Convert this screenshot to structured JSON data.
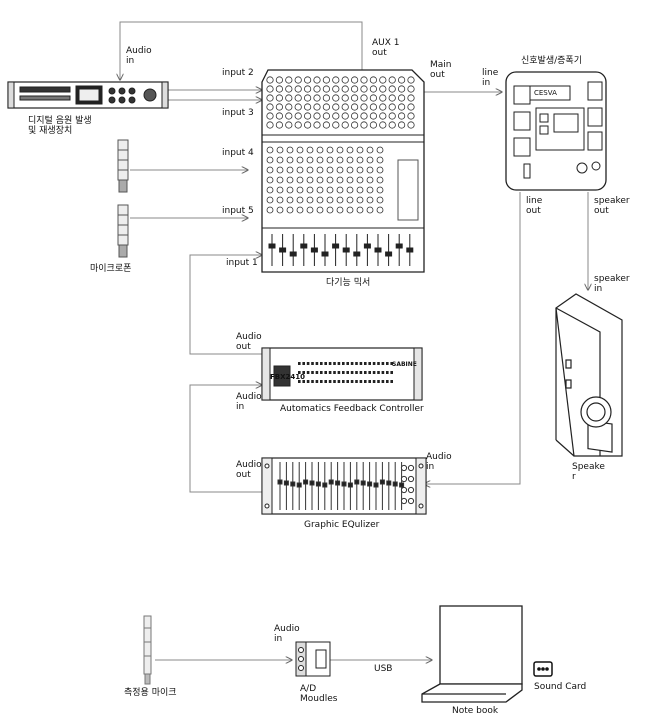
{
  "devices": {
    "digital_player": {
      "line1": "디지털 음원 발생",
      "line2": "및 재생장치"
    },
    "microphones": {
      "label": "마이크로폰"
    },
    "mixer": {
      "label": "다기능 믹서"
    },
    "signal_generator": {
      "label": "신호발생/증폭기",
      "screen_text": "CESVA"
    },
    "feedback_controller": {
      "label": "Automatics  Feedback  Controller",
      "brand": "FBX2410",
      "brand2": "SABINE"
    },
    "equalizer": {
      "label": "Graphic  EQulizer"
    },
    "speaker": {
      "line1": "Speake",
      "line2": "r"
    },
    "measurement_mic": {
      "label": "측정용 마이크"
    },
    "ad_module": {
      "line1": "A/D",
      "line2": "Moudles"
    },
    "notebook": {
      "label": "Note book"
    },
    "sound_card": {
      "label": "Sound Card"
    }
  },
  "connections": {
    "audio_in_top": {
      "line1": "Audio",
      "line2": "in"
    },
    "aux1_out": {
      "line1": "AUX 1",
      "line2": "out"
    },
    "input2": "input 2",
    "input3": "input 3",
    "input4": "input 4",
    "input5": "input 5",
    "input1": "input 1",
    "main_out": {
      "line1": "Main",
      "line2": "out"
    },
    "line_in": {
      "line1": "line",
      "line2": "in"
    },
    "line_out": {
      "line1": "line",
      "line2": "out"
    },
    "speaker_out": {
      "line1": "speaker",
      "line2": "out"
    },
    "speaker_in": {
      "line1": "speaker",
      "line2": "in"
    },
    "fbx_audio_out": {
      "line1": "Audio",
      "line2": "out"
    },
    "fbx_audio_in": {
      "line1": "Audio",
      "line2": "in"
    },
    "eq_audio_out": {
      "line1": "Audio",
      "line2": "out"
    },
    "eq_audio_in": {
      "line1": "Audio",
      "line2": "in"
    },
    "ad_audio_in": {
      "line1": "Audio",
      "line2": "in"
    },
    "usb": "USB"
  }
}
